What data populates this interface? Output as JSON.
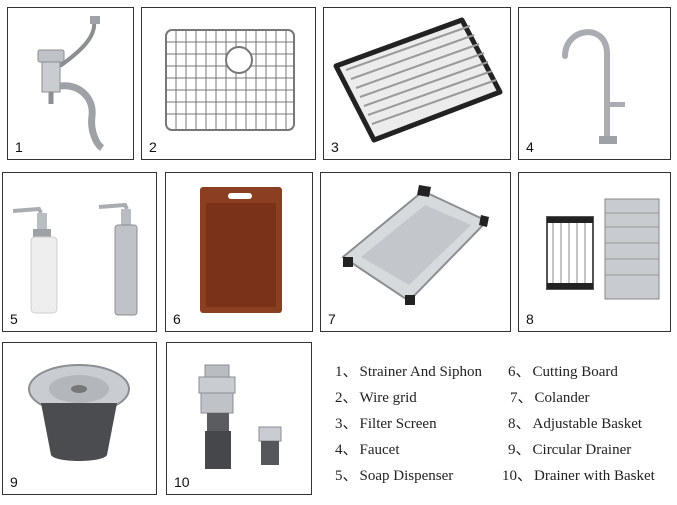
{
  "items": [
    {
      "number": "1",
      "separator": "、",
      "name": "Strainer And Siphon",
      "icon": "strainer-siphon-icon"
    },
    {
      "number": "2",
      "separator": "、",
      "name": "Wire grid",
      "icon": "wire-grid-icon"
    },
    {
      "number": "3",
      "separator": "、",
      "name": "Filter Screen",
      "icon": "filter-screen-icon"
    },
    {
      "number": "4",
      "separator": "、",
      "name": "Faucet",
      "icon": "faucet-icon"
    },
    {
      "number": "5",
      "separator": "、",
      "name": "Soap Dispenser",
      "icon": "soap-dispenser-icon"
    },
    {
      "number": "6",
      "separator": "、",
      "name": "Cutting Board",
      "icon": "cutting-board-icon"
    },
    {
      "number": "7",
      "separator": "、",
      "name": "Colander",
      "icon": "colander-icon"
    },
    {
      "number": "8",
      "separator": "、",
      "name": "Adjustable Basket",
      "icon": "adjustable-basket-icon"
    },
    {
      "number": "9",
      "separator": "、",
      "name": "Circular Drainer",
      "icon": "circular-drainer-icon"
    },
    {
      "number": "10",
      "separator": "、",
      "name": "Drainer with Basket",
      "icon": "drainer-basket-icon"
    }
  ],
  "colors": {
    "border": "#333333",
    "steel": "#b9bdc2",
    "wood": "#8a3f22",
    "dark": "#2b2b2b"
  }
}
